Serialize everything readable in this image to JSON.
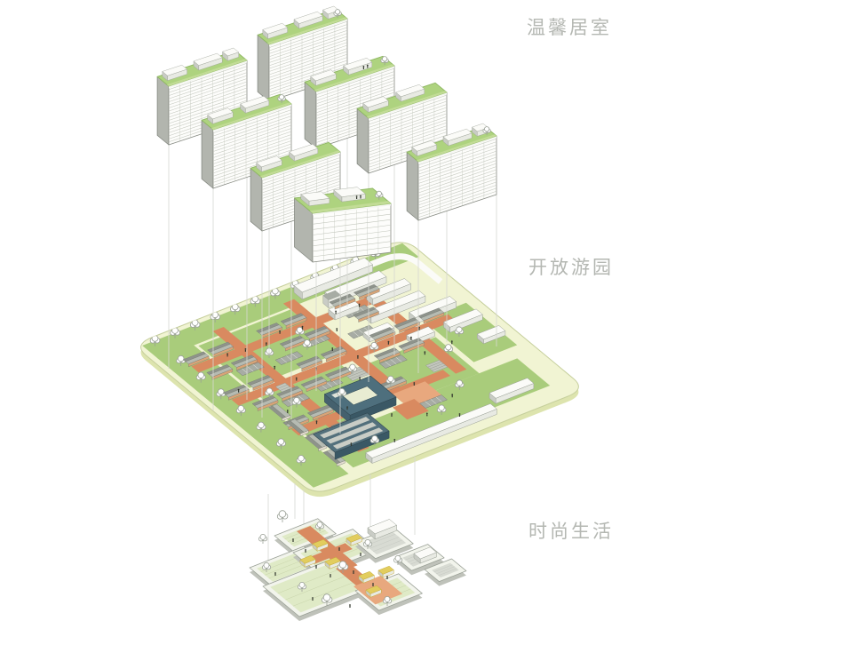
{
  "diagram": {
    "type": "exploded-axonometric-site-diagram",
    "layer_count": 3,
    "layers": [
      {
        "id": "towers",
        "label": "温馨居室",
        "description_en": "residential towers with green roofs"
      },
      {
        "id": "park",
        "label": "开放游园",
        "description_en": "open garden podium with paths and pavilions"
      },
      {
        "id": "plaza",
        "label": "时尚生活",
        "description_en": "sunken lifestyle plaza level"
      }
    ]
  },
  "labels": {
    "towers": "温馨居室",
    "park": "开放游园",
    "plaza": "时尚生活"
  },
  "colors": {
    "background": "#ffffff",
    "label_text": "#b4b7b2",
    "roof_green": "#aed37f",
    "roof_green_edge": "#8fb863",
    "lawn_green": "#a9cc7b",
    "plate_cream": "#f1f4d3",
    "plate_side": "#dde4ae",
    "plate_stroke": "#c6cf9c",
    "path_orange": "#d98a60",
    "path_salmon": "#e8a87e",
    "facade_white": "#fdfdfb",
    "facade_line": "#c2c6bc",
    "tower_side": "#b2b5ae",
    "outline_gray": "#878b83",
    "house_roof_light": "#b6bbb2",
    "house_roof_dark": "#8e938b",
    "house_wall": "#d9a477",
    "box_top": "#fbfbf8",
    "box_front": "#e8eae3",
    "box_side": "#c9ccc5",
    "dark_blue": "#4e6f7d",
    "dark_blue_wall": "#3a5865",
    "plot_gray": "#a7aca4",
    "tree_stroke": "#9aa096",
    "people_dark": "#33382f",
    "projection_line": "#d7d9d3",
    "tray_rim": "#f2f4ec",
    "tray_wall": "#bfc2ba",
    "floor_green": "#dfeac6",
    "floor_gray": "#d8dbd3",
    "accent_yellow": "#e2cd5e",
    "accent_yellow_side": "#c6ad3c"
  }
}
